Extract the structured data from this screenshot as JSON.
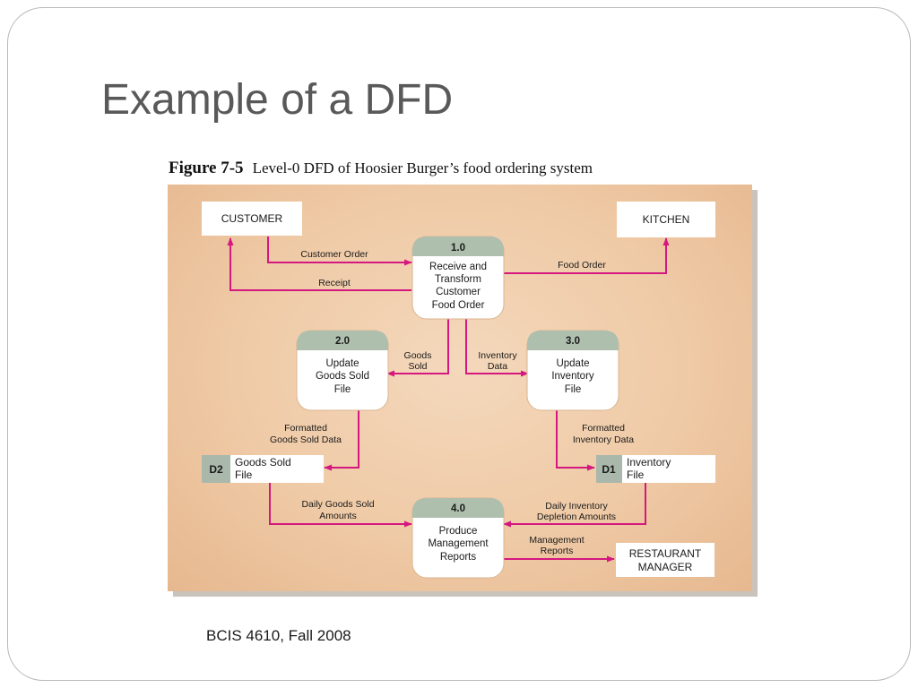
{
  "slide": {
    "title": "Example of a DFD",
    "footer": "BCIS 4610, Fall 2008"
  },
  "figure": {
    "number": "Figure 7-5",
    "caption": "Level-0 DFD of Hoosier Burger’s food ordering system"
  },
  "colors": {
    "panel": "#efcaa6",
    "process_header": "#aebfae",
    "store_id_fill": "#a9b8ab",
    "flow_arrow": "#d4187f",
    "entity_fill": "#ffffff"
  },
  "entities": {
    "customer": "CUSTOMER",
    "kitchen": "KITCHEN",
    "manager": [
      "RESTAURANT",
      "MANAGER"
    ]
  },
  "processes": {
    "p1": {
      "id": "1.0",
      "lines": [
        "Receive and",
        "Transform",
        "Customer",
        "Food Order"
      ]
    },
    "p2": {
      "id": "2.0",
      "lines": [
        "Update",
        "Goods Sold",
        "File"
      ]
    },
    "p3": {
      "id": "3.0",
      "lines": [
        "Update",
        "Inventory",
        "File"
      ]
    },
    "p4": {
      "id": "4.0",
      "lines": [
        "Produce",
        "Management",
        "Reports"
      ]
    }
  },
  "stores": {
    "d2": {
      "id": "D2",
      "lines": [
        "Goods Sold",
        "File"
      ]
    },
    "d1": {
      "id": "D1",
      "lines": [
        "Inventory",
        "File"
      ]
    }
  },
  "flows": {
    "customer_order": [
      "Customer Order"
    ],
    "receipt": [
      "Receipt"
    ],
    "food_order": [
      "Food Order"
    ],
    "goods_sold": [
      "Goods",
      "Sold"
    ],
    "inventory_data": [
      "Inventory",
      "Data"
    ],
    "formatted_goods": [
      "Formatted",
      "Goods Sold Data"
    ],
    "formatted_inventory": [
      "Formatted",
      "Inventory Data"
    ],
    "daily_goods": [
      "Daily Goods Sold",
      "Amounts"
    ],
    "daily_inventory": [
      "Daily Inventory",
      "Depletion Amounts"
    ],
    "management_reports": [
      "Management",
      "Reports"
    ]
  }
}
